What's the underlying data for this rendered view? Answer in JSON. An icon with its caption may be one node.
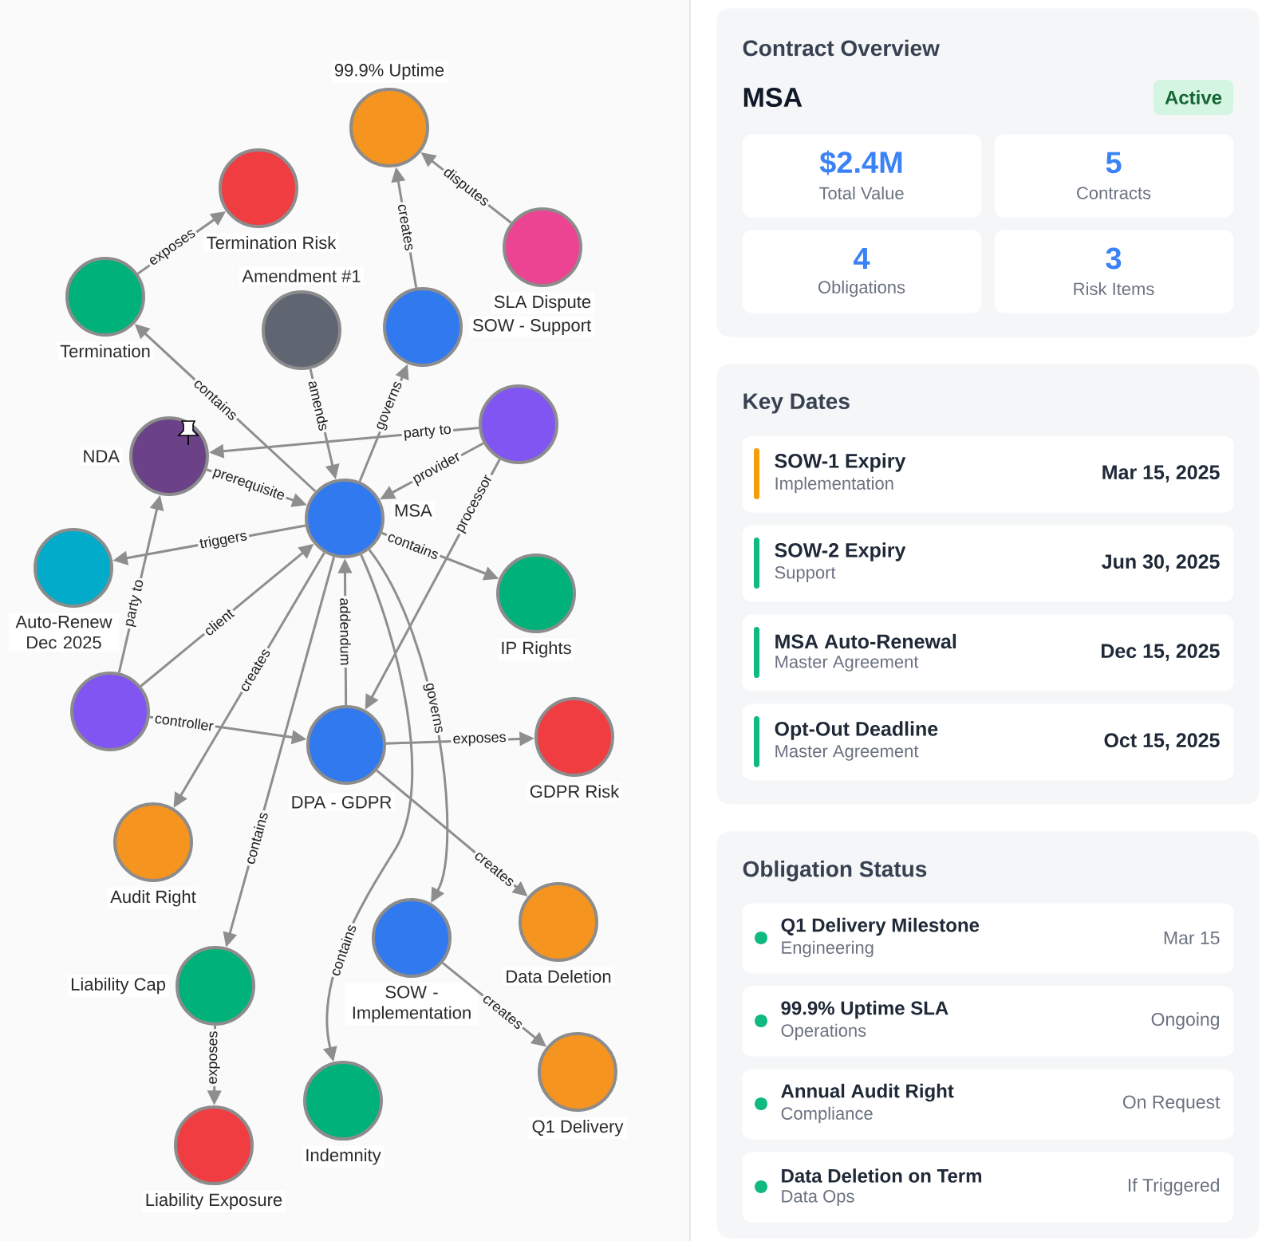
{
  "diagram": {
    "nodes": [
      {
        "text": [
          "99.9% Uptime"
        ]
      },
      {
        "text": [
          "Termination Risk"
        ]
      },
      {
        "text": [
          "SLA Dispute"
        ]
      },
      {
        "text": [
          "Termination"
        ]
      },
      {
        "text": [
          "SOW - Support"
        ]
      },
      {
        "text": [
          "Amendment #1"
        ]
      },
      {
        "text": [],
        "shape": "circle"
      },
      {
        "text": [
          "NDA"
        ]
      },
      {
        "text": [
          "MSA"
        ]
      },
      {
        "text": [
          "Auto-Renew Dec 2025"
        ]
      },
      {
        "text": [
          "IP Rights"
        ]
      },
      {
        "text": [],
        "shape": "circle"
      },
      {
        "text": [
          "GDPR Risk"
        ]
      },
      {
        "text": [
          "DPA - GDPR"
        ]
      },
      {
        "text": [
          "Audit Right"
        ]
      },
      {
        "text": [
          "Data Deletion"
        ]
      },
      {
        "text": [
          "SOW - Implementation"
        ]
      },
      {
        "text": [
          "Liability Cap"
        ]
      },
      {
        "text": [
          "Indemnity"
        ]
      },
      {
        "text": [
          "Q1 Delivery"
        ]
      },
      {
        "text": [
          "Liability Exposure"
        ]
      },
      {
        "text": [
          "Contract Overview",
          "MSA"
        ]
      },
      {
        "text": [
          "Active"
        ],
        "in": 21
      },
      {
        "text": [
          "$2.4M",
          "Total Value"
        ],
        "in": 21
      },
      {
        "text": [
          "5",
          "Contracts"
        ],
        "in": 21
      },
      {
        "text": [
          "4",
          "Obligations"
        ],
        "in": 21
      },
      {
        "text": [
          "3",
          "Risk Items"
        ],
        "in": 21
      },
      {
        "text": [
          "Key Dates"
        ]
      },
      {
        "text": [
          "SOW-1 Expiry",
          "Implementation",
          "Mar 15, 2025"
        ],
        "in": 27
      },
      {
        "text": [
          "SOW-2 Expiry",
          "Support",
          "Jun 30, 2025"
        ],
        "in": 27
      },
      {
        "text": [
          "MSA Auto-Renewal",
          "Master Agreement",
          "Dec 15, 2025"
        ],
        "in": 27
      },
      {
        "text": [
          "Opt-Out Deadline",
          "Master Agreement",
          "Oct 15, 2025"
        ],
        "in": 27
      },
      {
        "text": [
          "Obligation Status"
        ]
      },
      {
        "text": [
          "Q1 Delivery Milestone",
          "Engineering",
          "Mar 15"
        ],
        "in": 32
      },
      {
        "text": [
          "99.9% Uptime SLA",
          "Operations",
          "Ongoing"
        ],
        "in": 32
      },
      {
        "text": [
          "Annual Audit Right",
          "Compliance",
          "On Request"
        ],
        "in": 32
      },
      {
        "text": [
          "Data Deletion on Term",
          "Data Ops",
          "If Triggered"
        ],
        "in": 32
      }
    ],
    "edges": [
      {
        "from": 2,
        "to": 0,
        "arrow": "to",
        "label": "disputes"
      },
      {
        "from": 4,
        "to": 0,
        "arrow": "to",
        "label": "creates"
      },
      {
        "from": 3,
        "to": 1,
        "arrow": "to",
        "label": "exposes"
      },
      {
        "from": 8,
        "to": 3,
        "arrow": "to",
        "label": "contains"
      },
      {
        "from": 5,
        "to": 8,
        "arrow": "to",
        "label": "amends"
      },
      {
        "from": 8,
        "to": 4,
        "arrow": "to",
        "label": "governs"
      },
      {
        "from": 6,
        "to": 7,
        "arrow": "to",
        "label": "party to"
      },
      {
        "from": 6,
        "to": 8,
        "arrow": "to",
        "label": "provider"
      },
      {
        "from": 7,
        "to": 8,
        "arrow": "to",
        "label": "prerequisite"
      },
      {
        "from": 8,
        "to": 9,
        "arrow": "to",
        "label": "triggers"
      },
      {
        "from": 8,
        "to": 10,
        "arrow": "to",
        "label": "contains"
      },
      {
        "from": 6,
        "to": 13,
        "arrow": "to",
        "label": "processor"
      },
      {
        "from": 11,
        "to": 7,
        "arrow": "to",
        "label": "party to"
      },
      {
        "from": 11,
        "to": 8,
        "arrow": "to",
        "label": "client"
      },
      {
        "from": 8,
        "to": 14,
        "arrow": "to",
        "label": "creates"
      },
      {
        "from": 8,
        "to": 17,
        "arrow": "to",
        "label": "contains"
      },
      {
        "from": 13,
        "to": 8,
        "arrow": "to",
        "label": "addendum"
      },
      {
        "from": 8,
        "to": 16,
        "arrow": "to",
        "label": "governs"
      },
      {
        "from": 8,
        "to": 18,
        "arrow": "to",
        "label": "contains"
      },
      {
        "from": 11,
        "to": 13,
        "arrow": "to",
        "label": "controller"
      },
      {
        "from": 13,
        "to": 12,
        "arrow": "to",
        "label": "exposes"
      },
      {
        "from": 13,
        "to": 15,
        "arrow": "to",
        "label": "creates"
      },
      {
        "from": 16,
        "to": 19,
        "arrow": "to",
        "label": "creates"
      },
      {
        "from": 17,
        "to": 20,
        "arrow": "to",
        "label": "exposes"
      }
    ]
  }
}
